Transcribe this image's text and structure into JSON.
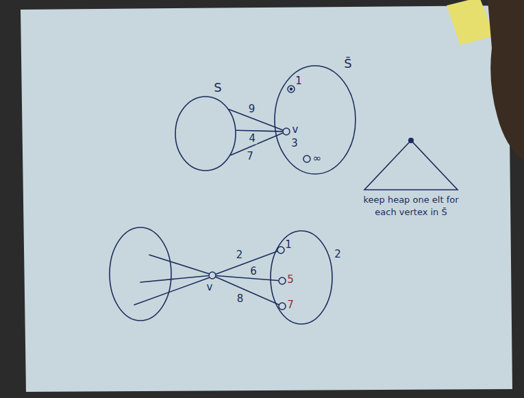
{
  "diagram": {
    "nodes": [
      {
        "text": [
          "S"
        ]
      },
      {
        "text": [
          "S̄"
        ]
      },
      {
        "text": [
          "1"
        ],
        "in": 1
      },
      {
        "text": [
          "v",
          "3"
        ],
        "in": 1
      },
      {
        "text": [
          "∞"
        ],
        "in": 1
      },
      {
        "text": [
          "v"
        ]
      },
      {
        "text": [
          "1",
          "2"
        ]
      },
      {
        "text": [
          "5"
        ]
      },
      {
        "text": [
          "7"
        ]
      }
    ],
    "edges": [
      {
        "from": 0,
        "to": 3,
        "label": "9",
        "arrow": "none"
      },
      {
        "from": 0,
        "to": 3,
        "label": "4",
        "arrow": "none"
      },
      {
        "from": 0,
        "to": 3,
        "label": "7",
        "arrow": "none"
      },
      {
        "from": 5,
        "to": 6,
        "label": "2",
        "arrow": "none"
      },
      {
        "from": 5,
        "to": 7,
        "label": "6",
        "arrow": "none"
      },
      {
        "from": 5,
        "to": 8,
        "label": "8",
        "arrow": "none"
      }
    ],
    "labels": [
      "keep heap one elt for each vertex in S̄"
    ]
  }
}
